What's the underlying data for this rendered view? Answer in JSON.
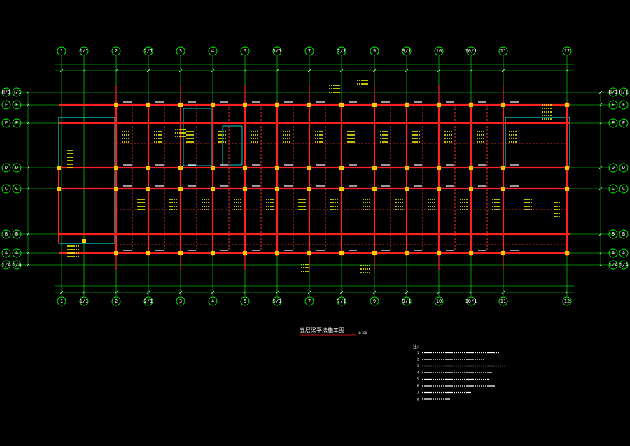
{
  "drawing": {
    "background": "#000000",
    "colors": {
      "grid": "#00ff00",
      "beam": "#ff2020",
      "beam_dashed": "#ff3030",
      "column": "#ffcc00",
      "wall": "#00ffff",
      "annotation": "#ffff00",
      "text": "#ffffff",
      "bubble": "#00ff00"
    },
    "axes_x": [
      "1",
      "1/1",
      "2",
      "2/1",
      "3",
      "4",
      "5",
      "5/1",
      "7",
      "7/1",
      "9",
      "9/1",
      "10",
      "10/1",
      "11",
      "12"
    ],
    "axes_y": [
      "H/1",
      "F",
      "E",
      "D",
      "C",
      "B",
      "A",
      "1/A"
    ],
    "title": "五层梁平法施工图",
    "scale_label": "1:100",
    "notes_heading": "注:",
    "notes_lines": [
      "1",
      "2",
      "3",
      "4",
      "5",
      "6",
      "7",
      "8"
    ]
  }
}
